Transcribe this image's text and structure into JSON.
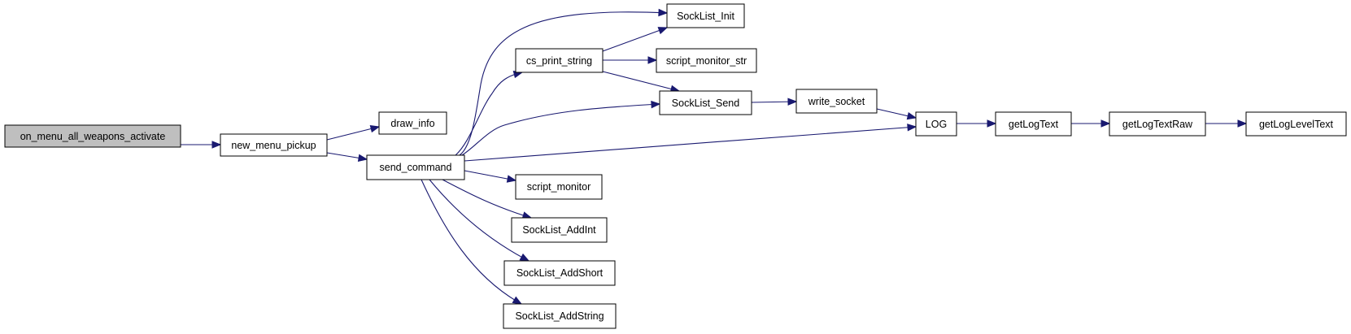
{
  "colors": {
    "edge": "#191970",
    "root_fill": "#bfbfbf",
    "node_fill": "#ffffff",
    "node_border": "#000000"
  },
  "nodes": {
    "on_menu_all_weapons_activate": "on_menu_all_weapons_activate",
    "new_menu_pickup": "new_menu_pickup",
    "draw_info": "draw_info",
    "send_command": "send_command",
    "cs_print_string": "cs_print_string",
    "SockList_Init": "SockList_Init",
    "script_monitor_str": "script_monitor_str",
    "SockList_Send": "SockList_Send",
    "write_socket": "write_socket",
    "LOG": "LOG",
    "getLogText": "getLogText",
    "getLogTextRaw": "getLogTextRaw",
    "getLogLevelText": "getLogLevelText",
    "script_monitor": "script_monitor",
    "SockList_AddInt": "SockList_AddInt",
    "SockList_AddShort": "SockList_AddShort",
    "SockList_AddString": "SockList_AddString"
  },
  "edges": [
    [
      "on_menu_all_weapons_activate",
      "new_menu_pickup"
    ],
    [
      "new_menu_pickup",
      "draw_info"
    ],
    [
      "new_menu_pickup",
      "send_command"
    ],
    [
      "send_command",
      "SockList_Init"
    ],
    [
      "send_command",
      "cs_print_string"
    ],
    [
      "send_command",
      "SockList_Send"
    ],
    [
      "send_command",
      "LOG"
    ],
    [
      "send_command",
      "script_monitor"
    ],
    [
      "send_command",
      "SockList_AddInt"
    ],
    [
      "send_command",
      "SockList_AddShort"
    ],
    [
      "send_command",
      "SockList_AddString"
    ],
    [
      "cs_print_string",
      "SockList_Init"
    ],
    [
      "cs_print_string",
      "script_monitor_str"
    ],
    [
      "cs_print_string",
      "SockList_Send"
    ],
    [
      "SockList_Send",
      "write_socket"
    ],
    [
      "write_socket",
      "LOG"
    ],
    [
      "LOG",
      "getLogText"
    ],
    [
      "getLogText",
      "getLogTextRaw"
    ],
    [
      "getLogTextRaw",
      "getLogLevelText"
    ]
  ]
}
